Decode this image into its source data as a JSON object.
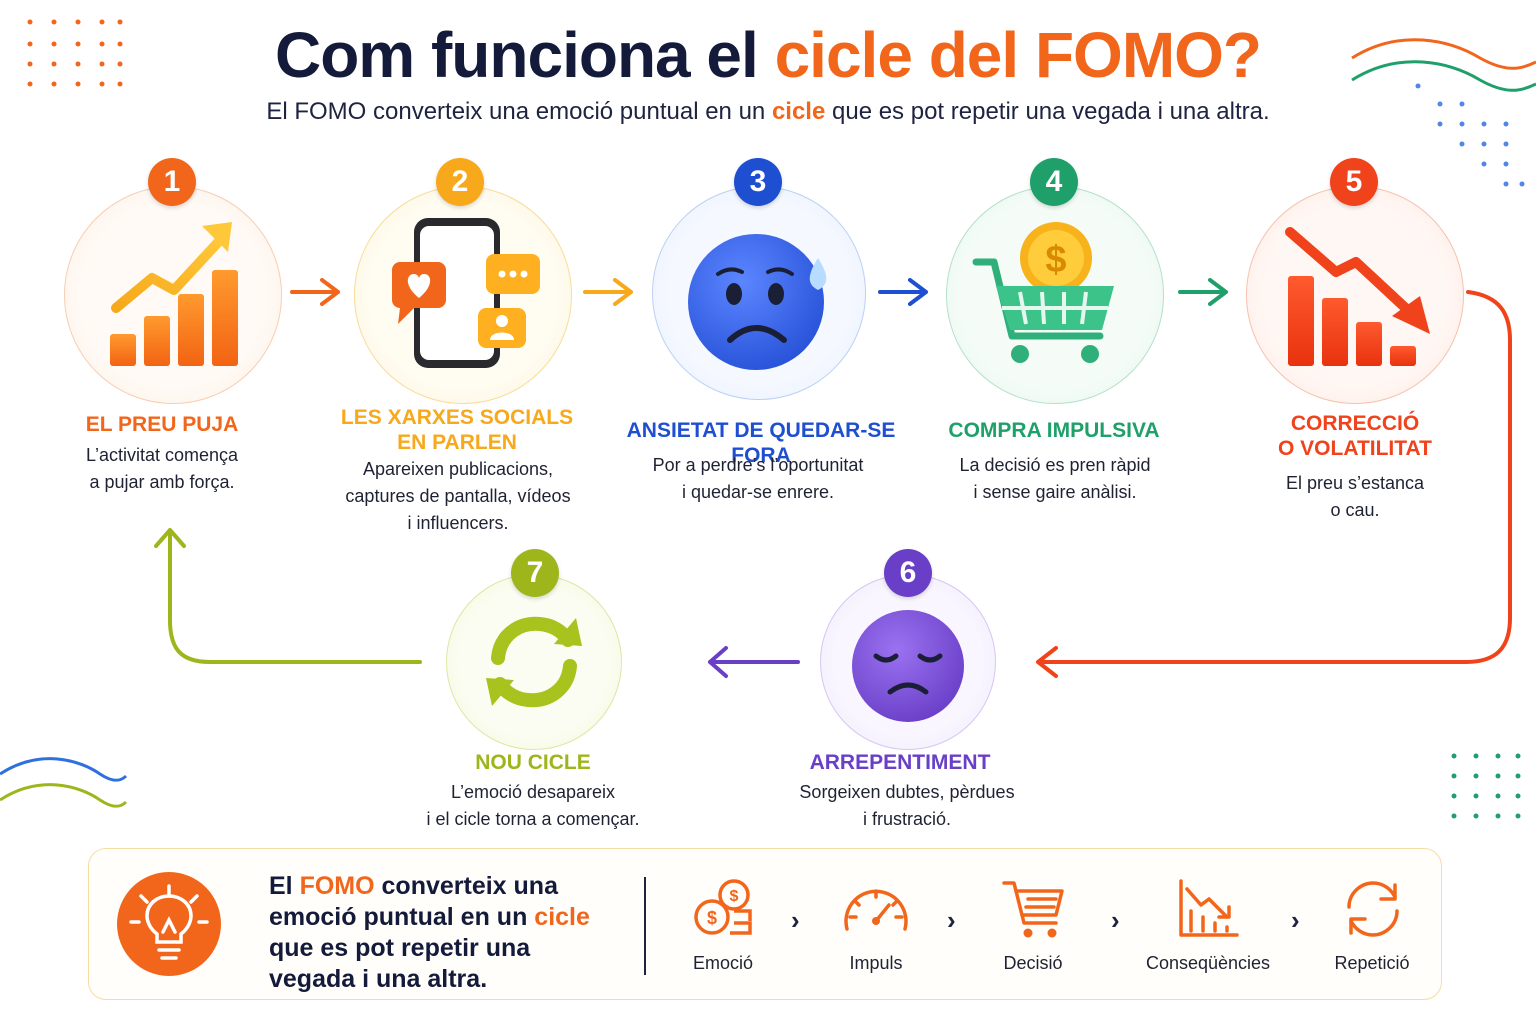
{
  "header": {
    "title_part1": "Com funciona el ",
    "title_accent": "cicle del FOMO?",
    "subtitle_part1": "El FOMO converteix una emoció puntual en un ",
    "subtitle_accent": "cicle",
    "subtitle_part2": " que es pot repetir una vegada i una altra."
  },
  "steps": [
    {
      "number": "1",
      "title": "EL PREU PUJA",
      "description": "L’activitat comença\na pujar amb força.",
      "icon": "rising-chart-icon",
      "color": "#f2661c"
    },
    {
      "number": "2",
      "title": "LES XARXES SOCIALS\nEN PARLEN",
      "description": "Apareixen publicacions,\ncaptures de pantalla, vídeos\ni influencers.",
      "icon": "smartphone-social-icon",
      "color": "#f7a81b"
    },
    {
      "number": "3",
      "title": "ANSIETAT DE QUEDAR-SE FORA",
      "description": "Por a perdre’s l’oportunitat\ni quedar-se enrere.",
      "icon": "anxious-face-icon",
      "color": "#1f4fd1"
    },
    {
      "number": "4",
      "title": "COMPRA IMPULSIVA",
      "description": "La decisió es pren ràpid\ni sense gaire anàlisi.",
      "icon": "shopping-cart-icon",
      "color": "#1fa06a"
    },
    {
      "number": "5",
      "title": "CORRECCIÓ\nO VOLATILITAT",
      "description": "El preu s’estanca\no cau.",
      "icon": "falling-chart-icon",
      "color": "#f0431c"
    },
    {
      "number": "6",
      "title": "ARREPENTIMENT",
      "description": "Sorgeixen dubtes, pèrdues\ni frustració.",
      "icon": "sad-face-icon",
      "color": "#6a3fc8"
    },
    {
      "number": "7",
      "title": "NOU CICLE",
      "description": "L’emoció desapareix\ni el cicle torna a començar.",
      "icon": "refresh-cycle-icon",
      "color": "#9fb51c"
    }
  ],
  "summary": {
    "text_part1": "El ",
    "text_accent1": "FOMO",
    "text_part2": " converteix una emoció puntual en un ",
    "text_accent2": "cicle",
    "text_part3": " que es pot repetir una vegada i una altra.",
    "flow": [
      {
        "label": "Emoció",
        "icon": "coins-icon"
      },
      {
        "label": "Impuls",
        "icon": "speedometer-icon"
      },
      {
        "label": "Decisió",
        "icon": "cart-icon"
      },
      {
        "label": "Conseqüències",
        "icon": "decline-chart-icon"
      },
      {
        "label": "Repetició",
        "icon": "repeat-icon"
      }
    ]
  }
}
